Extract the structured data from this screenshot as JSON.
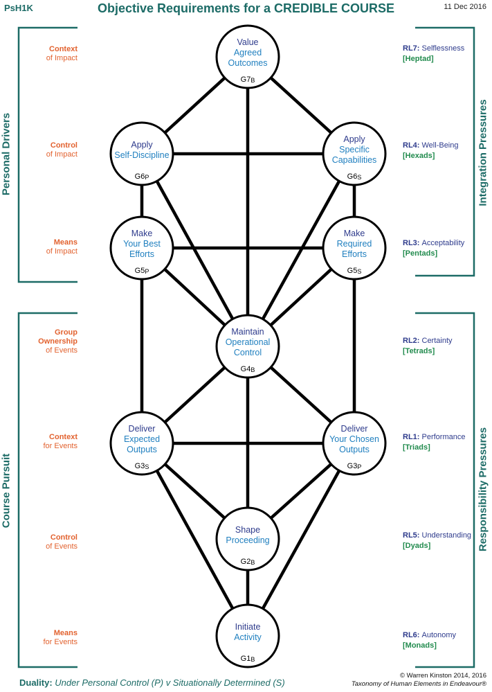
{
  "header": {
    "doc_id": "PsH1K",
    "title": "Objective Requirements for a CREDIBLE COURSE",
    "date": "11 Dec 2016"
  },
  "side_labels": {
    "left_top": "Personal Drivers",
    "left_bottom": "Course Pursuit",
    "right_top": "Integration Pressures",
    "right_bottom": "Responsibility  Pressures"
  },
  "left_labels": [
    {
      "strong": "Context",
      "rest": "of Impact"
    },
    {
      "strong": "Control",
      "rest": "of Impact"
    },
    {
      "strong": "Means",
      "rest": "of Impact"
    },
    {
      "strong": "Group Ownership",
      "rest": "of  Events"
    },
    {
      "strong": "Context",
      "rest": "for Events"
    },
    {
      "strong": "Control",
      "rest": "of Events"
    },
    {
      "strong": "Means",
      "rest": "for Events"
    }
  ],
  "right_labels": [
    {
      "code": "RL7:",
      "name": "Selflessness",
      "group": "[Heptad]"
    },
    {
      "code": "RL4:",
      "name": "Well-Being",
      "group": "[Hexads]"
    },
    {
      "code": "RL3:",
      "name": "Acceptability",
      "group": "[Pentads]"
    },
    {
      "code": "RL2:",
      "name": "Certainty",
      "group": "[Tetrads]"
    },
    {
      "code": "RL1:",
      "name": "Performance",
      "group": "[Triads]"
    },
    {
      "code": "RL5:",
      "name": "Understanding",
      "group": "[Dyads]"
    },
    {
      "code": "RL6:",
      "name": "Autonomy",
      "group": "[Monads]"
    }
  ],
  "nodes": [
    {
      "id": "g7",
      "line1": "Value",
      "line2": "Agreed",
      "line3": "Outcomes",
      "code": "G7",
      "sub": "B"
    },
    {
      "id": "g6p",
      "line1": "Apply",
      "line2": "Self-Discipline",
      "line3": "",
      "code": "G6",
      "sub": "P"
    },
    {
      "id": "g6s",
      "line1": "Apply",
      "line2": "Specific",
      "line3": "Capabilities",
      "code": "G6",
      "sub": "S"
    },
    {
      "id": "g5p",
      "line1": "Make",
      "line2": "Your Best",
      "line3": "Efforts",
      "code": "G5",
      "sub": "P"
    },
    {
      "id": "g5s",
      "line1": "Make",
      "line2": "Required",
      "line3": "Efforts",
      "code": "G5",
      "sub": "S"
    },
    {
      "id": "g4",
      "line1": "Maintain",
      "line2": "Operational",
      "line3": "Control",
      "code": "G4",
      "sub": "B"
    },
    {
      "id": "g3s",
      "line1": "Deliver",
      "line2": "Expected",
      "line3": "Outputs",
      "code": "G3",
      "sub": "S"
    },
    {
      "id": "g3p",
      "line1": "Deliver",
      "line2": "Your Chosen",
      "line3": "Outputs",
      "code": "G3",
      "sub": "P"
    },
    {
      "id": "g2",
      "line1": "Shape",
      "line2": "Proceeding",
      "line3": "",
      "code": "G2",
      "sub": "B"
    },
    {
      "id": "g1",
      "line1": "Initiate",
      "line2": "Activity",
      "line3": "",
      "code": "G1",
      "sub": "B"
    }
  ],
  "footer": {
    "duality_label": "Duality:",
    "duality_text": "Under Personal Control (P)  v  Situationally Determined (S)",
    "copyright": "© Warren Kinston 2014, 2016",
    "taxonomy": "Taxonomy of Human Elements in Endeavour®"
  },
  "colors": {
    "teal": "#1c6b66",
    "orange": "#e2622f",
    "navy": "#2e3b8c",
    "green": "#228b4e",
    "blue": "#1f7fbf"
  }
}
